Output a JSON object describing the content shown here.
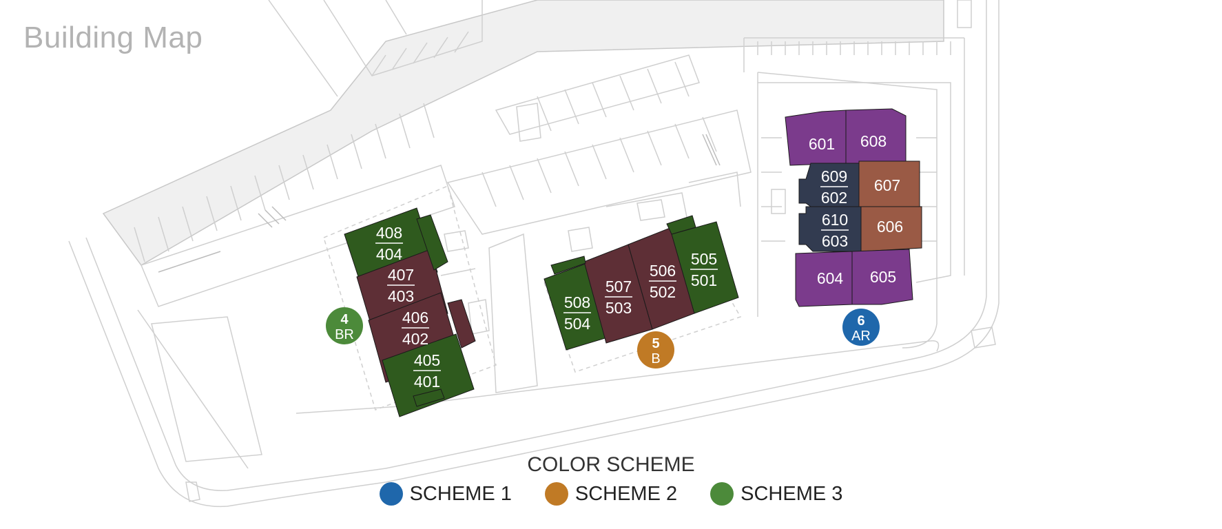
{
  "title": "Building Map",
  "colors": {
    "green": "#2f5a1e",
    "maroon": "#5e2f36",
    "purple": "#7b3b8c",
    "navy": "#323b50",
    "brown": "#9a5a45",
    "scheme1": "#1f67ab",
    "scheme2": "#c07a25",
    "scheme3": "#4c8a3a"
  },
  "buildings": [
    {
      "id": "4",
      "sub": "BR",
      "scheme": "scheme3",
      "units": [
        {
          "top": "408",
          "bottom": "404",
          "color": "green"
        },
        {
          "top": "407",
          "bottom": "403",
          "color": "maroon"
        },
        {
          "top": "406",
          "bottom": "402",
          "color": "maroon"
        },
        {
          "top": "405",
          "bottom": "401",
          "color": "green"
        }
      ]
    },
    {
      "id": "5",
      "sub": "B",
      "scheme": "scheme2",
      "units": [
        {
          "top": "508",
          "bottom": "504",
          "color": "green"
        },
        {
          "top": "507",
          "bottom": "503",
          "color": "maroon"
        },
        {
          "top": "506",
          "bottom": "502",
          "color": "maroon"
        },
        {
          "top": "505",
          "bottom": "501",
          "color": "green"
        }
      ]
    },
    {
      "id": "6",
      "sub": "AR",
      "scheme": "scheme1",
      "units": [
        {
          "label": "601",
          "color": "purple"
        },
        {
          "label": "608",
          "color": "purple"
        },
        {
          "top": "609",
          "bottom": "602",
          "color": "navy"
        },
        {
          "label": "607",
          "color": "brown"
        },
        {
          "top": "610",
          "bottom": "603",
          "color": "navy"
        },
        {
          "label": "606",
          "color": "brown"
        },
        {
          "label": "604",
          "color": "purple"
        },
        {
          "label": "605",
          "color": "purple"
        }
      ]
    }
  ],
  "legend": {
    "title": "COLOR SCHEME",
    "items": [
      {
        "label": "SCHEME 1",
        "color": "#1f67ab"
      },
      {
        "label": "SCHEME 2",
        "color": "#c07a25"
      },
      {
        "label": "SCHEME 3",
        "color": "#4c8a3a"
      }
    ]
  }
}
